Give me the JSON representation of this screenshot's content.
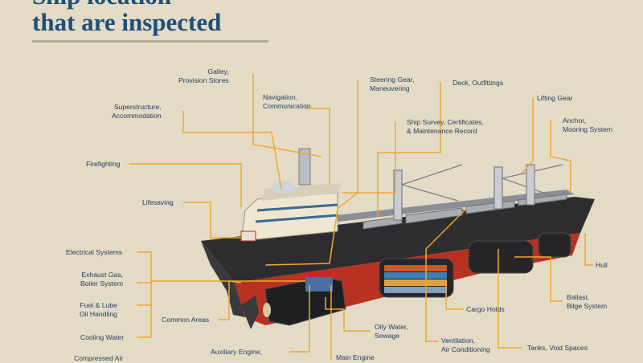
{
  "title": [
    "Ship location",
    "that are inspected"
  ],
  "colors": {
    "background": "#e3dbc6",
    "title": "#1f4e78",
    "leader": "#f0a830",
    "hull_dark": "#2d2d2f",
    "hull_red": "#b83222",
    "label": "#1f3b5a"
  },
  "labels": {
    "galley": [
      "Galley,",
      "Provision Stores"
    ],
    "superstructure": [
      "Superstructure,",
      "Accommodation"
    ],
    "firefighting": [
      "Firefighting"
    ],
    "lifesaving": [
      "Lifesaving"
    ],
    "electrical": [
      "Electrical Systems"
    ],
    "exhaust": [
      "Exhaust Gas,",
      "Boiler System"
    ],
    "fuel": [
      "Fuel & Lube",
      "Oil Handling"
    ],
    "cooling": [
      "Cooling Water"
    ],
    "compressed_air": [
      "Compressed Air"
    ],
    "navigation": [
      "Navigation,",
      "Communication"
    ],
    "steering": [
      "Steering Gear,",
      "Maneuvering"
    ],
    "deck": [
      "Deck, Outfittings"
    ],
    "survey": [
      "Ship Survey, Certificates,",
      "& Maintenance Record"
    ],
    "lifting": [
      "Lifting Gear"
    ],
    "anchor": [
      "Anchor,",
      "Mooring System"
    ],
    "hull": [
      "Hull"
    ],
    "ballast": [
      "Ballast,",
      "Bilge System"
    ],
    "tanks": [
      "Tanks, Void Spaces"
    ],
    "cargo": [
      "Cargo Holds"
    ],
    "ventilation": [
      "Ventilation,",
      "Air Conditioning"
    ],
    "oily_water": [
      "Oily Water,",
      "Sewage"
    ],
    "main_engine": [
      "Main Engine"
    ],
    "aux_engine": [
      "Auxiliary Engine,"
    ],
    "common": [
      "Common Areas"
    ]
  }
}
